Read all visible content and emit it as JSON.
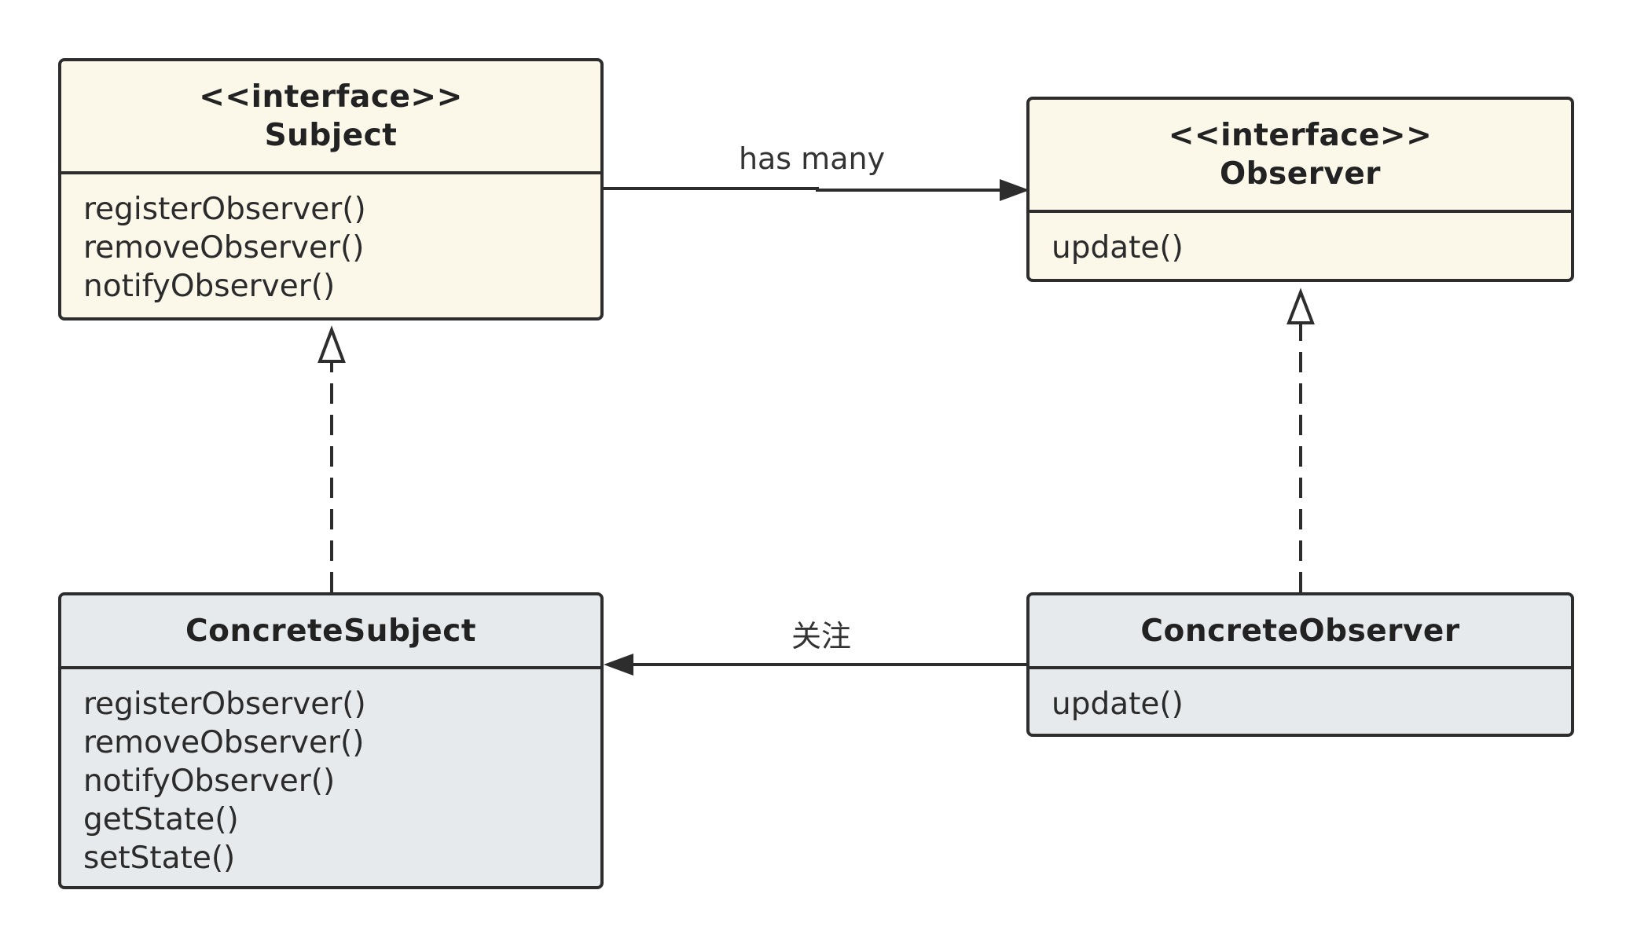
{
  "diagram": {
    "subject": {
      "stereotype": "<<interface>>",
      "name": "Subject",
      "methods": [
        "registerObserver()",
        "removeObserver()",
        "notifyObserver()"
      ]
    },
    "observer": {
      "stereotype": "<<interface>>",
      "name": "Observer",
      "methods": [
        "update()"
      ]
    },
    "concrete_subject": {
      "name": "ConcreteSubject",
      "methods": [
        "registerObserver()",
        "removeObserver()",
        "notifyObserver()",
        "getState()",
        "setState()"
      ]
    },
    "concrete_observer": {
      "name": "ConcreteObserver",
      "methods": [
        "update()"
      ]
    },
    "edges": {
      "has_many": "has many",
      "attention": "关注"
    },
    "colors": {
      "interface_fill": "#fbf8ea",
      "concrete_fill": "#e7eaed",
      "stroke": "#2d2d2d"
    }
  }
}
